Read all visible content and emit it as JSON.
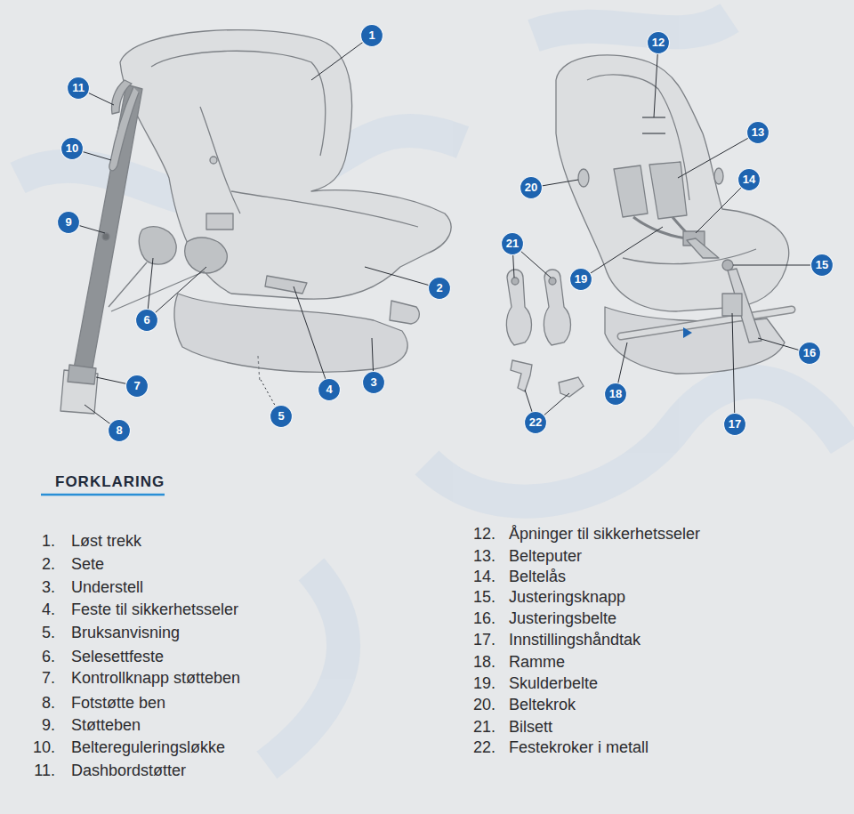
{
  "diagram": {
    "title": "FORKLARING",
    "nodes": [
      {
        "text": [
          "1"
        ]
      },
      {
        "text": [
          "2"
        ]
      },
      {
        "text": [
          "3"
        ]
      },
      {
        "text": [
          "4"
        ]
      },
      {
        "text": [
          "5"
        ]
      },
      {
        "text": [
          "6"
        ]
      },
      {
        "text": [
          "7"
        ]
      },
      {
        "text": [
          "8"
        ]
      },
      {
        "text": [
          "9"
        ]
      },
      {
        "text": [
          "10"
        ]
      },
      {
        "text": [
          "11"
        ]
      },
      {
        "text": [
          "12"
        ]
      },
      {
        "text": [
          "13"
        ]
      },
      {
        "text": [
          "14"
        ]
      },
      {
        "text": [
          "15"
        ]
      },
      {
        "text": [
          "16"
        ]
      },
      {
        "text": [
          "17"
        ]
      },
      {
        "text": [
          "18"
        ]
      },
      {
        "text": [
          "19"
        ]
      },
      {
        "text": [
          "20"
        ]
      },
      {
        "text": [
          "21"
        ]
      },
      {
        "text": [
          "22"
        ]
      }
    ],
    "labels": [
      "1.",
      "Løst trekk",
      "2.",
      "Sete",
      "3.",
      "Understell",
      "4.",
      "Feste til sikkerhetsseler",
      "5.",
      "Bruksanvisning",
      "6.",
      "Selesettfeste",
      "7.",
      "Kontrollknapp støtteben",
      "8.",
      "Fotstøtte ben",
      "9.",
      "Støtteben",
      "10.",
      "Beltereguleringsløkke",
      "11.",
      "Dashbordstøtter",
      "12.",
      "Åpninger til sikkerhetsseler",
      "13.",
      "Belteputer",
      "14.",
      "Beltelås",
      "15.",
      "Justeringsknapp",
      "16.",
      "Justeringsbelte",
      "17.",
      "Innstillingshåndtak",
      "18.",
      "Ramme",
      "19.",
      "Skulderbelte",
      "20.",
      "Beltekrok",
      "21.",
      "Bilsett",
      "22.",
      "Festekroker i metall"
    ]
  }
}
